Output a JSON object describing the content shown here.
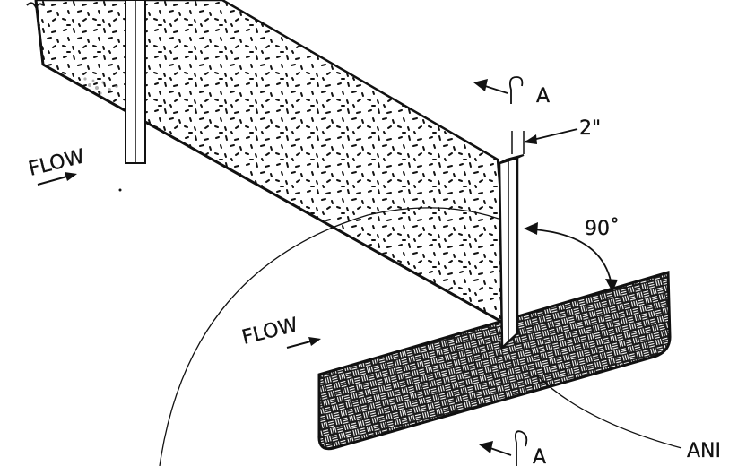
{
  "labels": {
    "flow_upper": "FLOW",
    "flow_lower": "FLOW",
    "section_top": "A",
    "section_bottom": "A",
    "dimension": "2\"",
    "angle": "90˚",
    "callout": "ANI"
  },
  "colors": {
    "ink": "#111111",
    "paper": "#ffffff"
  }
}
